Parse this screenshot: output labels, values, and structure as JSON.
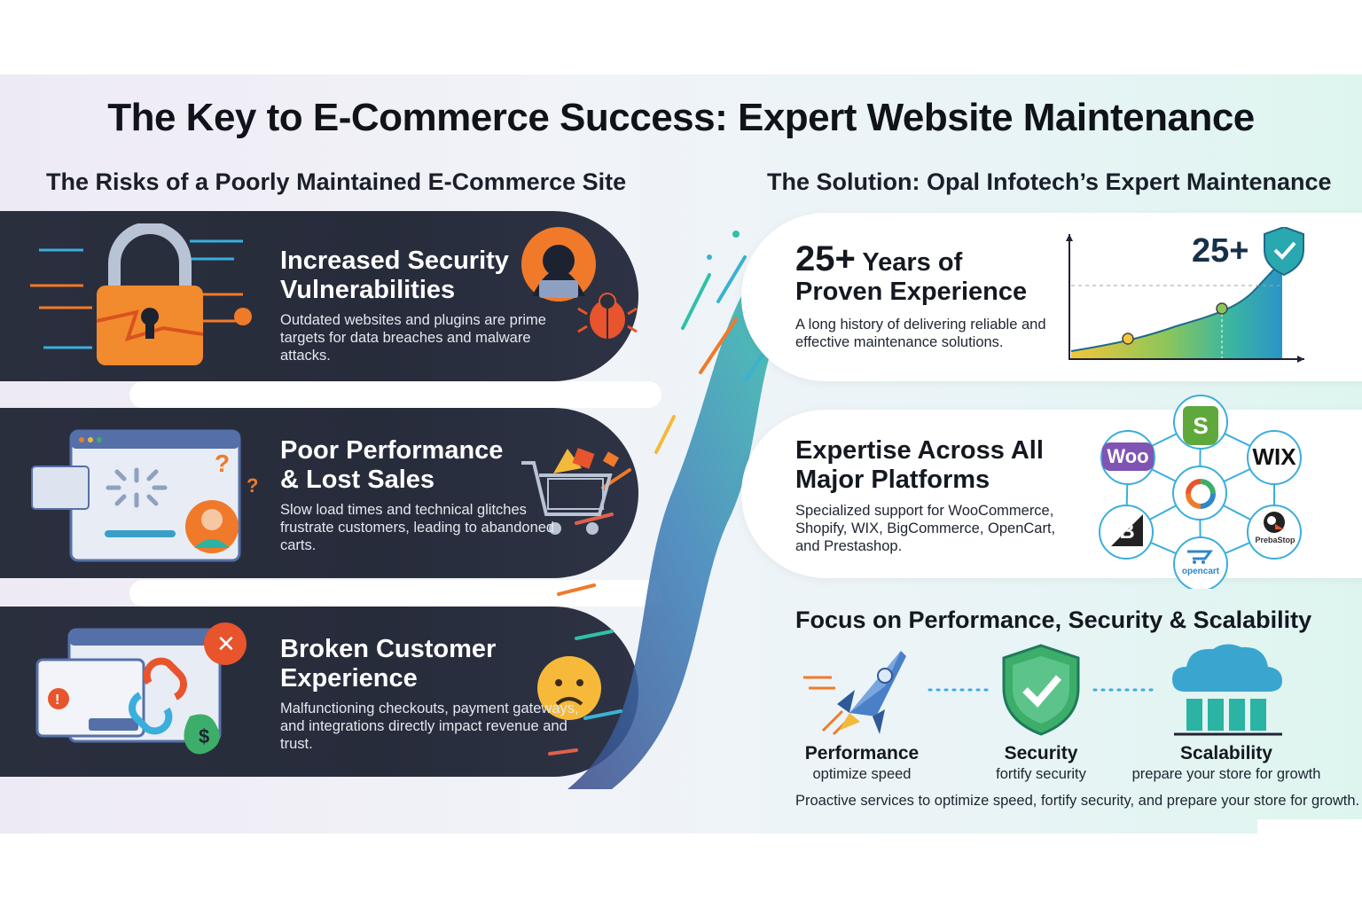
{
  "title": "The Key to E-Commerce Success: Expert Website Maintenance",
  "risks": {
    "heading": "The Risks of a Poorly Maintained E-Commerce Site",
    "items": [
      {
        "title_line1": "Increased Security",
        "title_line2": "Vulnerabilities",
        "body": "Outdated websites and plugins are prime targets for data breaches and malware attacks."
      },
      {
        "title_line1": "Poor Performance",
        "title_line2": "& Lost Sales",
        "body": "Slow load times and technical glitches frustrate customers, leading to abandoned carts."
      },
      {
        "title_line1": "Broken Customer",
        "title_line2": "Experience",
        "body": "Malfunctioning checkouts, payment gateways, and integrations directly impact revenue and trust."
      }
    ]
  },
  "solution": {
    "heading": "The Solution: Opal Infotech’s Expert Maintenance",
    "experience": {
      "number": "25+",
      "title_rest": " Years of",
      "title_line2": "Proven Experience",
      "body": "A long history of delivering reliable and effective maintenance solutions.",
      "chart_badge": "25+"
    },
    "platforms": {
      "title_line1": "Expertise Across All",
      "title_line2": "Major Platforms",
      "body": "Specialized support for WooCommerce, Shopify, WIX, BigCommerce, OpenCart, and Prestashop.",
      "logos": {
        "woo": "Woo",
        "wix": "WIX",
        "prestashop": "PrebaStop",
        "opencart": "opencart",
        "bigcommerce": "B",
        "shopify": "S"
      }
    },
    "focus": {
      "title": "Focus on Performance, Security & Scalability",
      "pillars": [
        {
          "label": "Performance",
          "sub": "optimize speed",
          "icon": "rocket-icon"
        },
        {
          "label": "Security",
          "sub": "fortify security",
          "icon": "shield-check-icon"
        },
        {
          "label": "Scalability",
          "sub": "prepare your store for growth",
          "icon": "cloud-server-icon"
        }
      ],
      "footer": "Proactive services to optimize speed, fortify security, and prepare your store for growth."
    }
  },
  "colors": {
    "dark_panel": "#2a2f3e",
    "orange": "#f07a2a",
    "teal": "#2bb3a3",
    "green": "#3cae6a",
    "blue": "#2f86c8"
  }
}
